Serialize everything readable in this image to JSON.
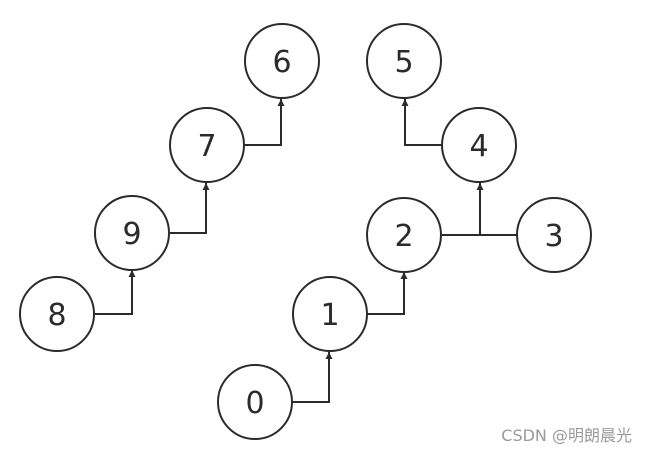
{
  "nodes": {
    "n0": "0",
    "n1": "1",
    "n2": "2",
    "n3": "3",
    "n4": "4",
    "n5": "5",
    "n6": "6",
    "n7": "7",
    "n8": "8",
    "n9": "9"
  },
  "watermark": "CSDN @明朗晨光",
  "colors": {
    "stroke": "#2b2b2b",
    "background": "#ffffff",
    "watermark": "#9a9a9a"
  }
}
